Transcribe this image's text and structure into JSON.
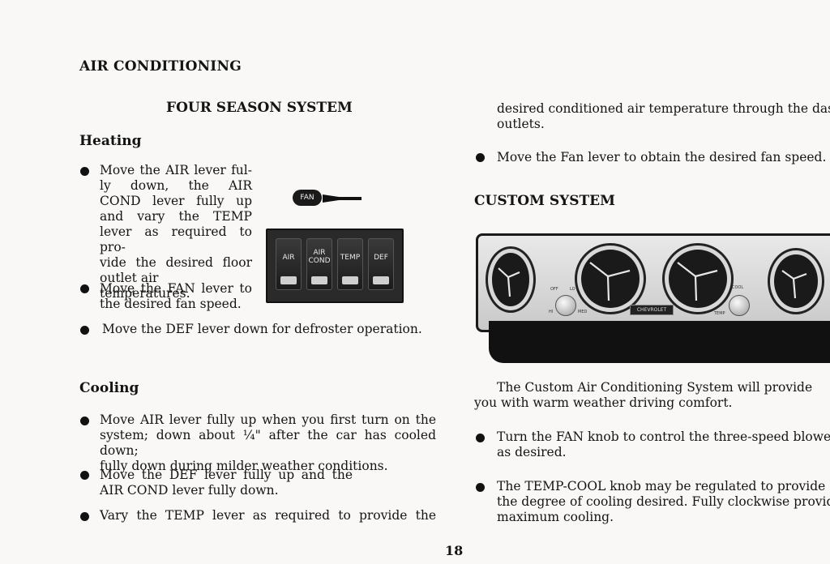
{
  "page": {
    "section_title": "AIR CONDITIONING",
    "page_number": "18"
  },
  "four_season": {
    "title": "FOUR SEASON SYSTEM",
    "heating": {
      "heading": "Heating",
      "bullet1_lines": [
        "Move the AIR lever ful-",
        "ly down, the AIR",
        "COND lever fully up",
        "and vary the TEMP",
        "lever as required to pro-",
        "vide the desired floor",
        "outlet air temperatures."
      ],
      "bullet2_lines": [
        "Move the FAN lever to",
        "the desired fan speed."
      ],
      "bullet3": "Move the DEF lever down for defroster operation."
    },
    "figure": {
      "fan_label": "FAN",
      "levers": [
        "AIR",
        "AIR COND",
        "TEMP",
        "DEF"
      ]
    },
    "cooling": {
      "heading": "Cooling",
      "bullet1_lines": [
        "Move AIR lever fully up when you first turn on the",
        "system; down about ¼\" after the car has cooled down;",
        "fully down during milder weather conditions."
      ],
      "bullet2_lines": [
        "Move the DEF lever fully up and the",
        "AIR COND lever fully down."
      ],
      "bullet3": "Vary the TEMP lever as required to provide the"
    }
  },
  "right_column": {
    "continued_lines": [
      "desired conditioned air temperature through the dash",
      "outlets."
    ],
    "fan_bullet": "Move the Fan lever to obtain the desired fan speed.",
    "custom_title": "CUSTOM SYSTEM",
    "figure": {
      "emblem": "CHEVROLET",
      "labels": [
        "OFF",
        "LO",
        "MED",
        "HI",
        "COOL",
        "TEMP"
      ]
    },
    "intro_lines": [
      "The Custom Air Conditioning System will provide",
      "you with warm weather driving comfort."
    ],
    "bullet1_lines": [
      "Turn the FAN knob to control the three-speed blower",
      "as desired."
    ],
    "bullet2_lines": [
      "The TEMP-COOL knob may be regulated to provide",
      "the degree of cooling desired. Fully clockwise provides",
      "maximum cooling."
    ]
  }
}
